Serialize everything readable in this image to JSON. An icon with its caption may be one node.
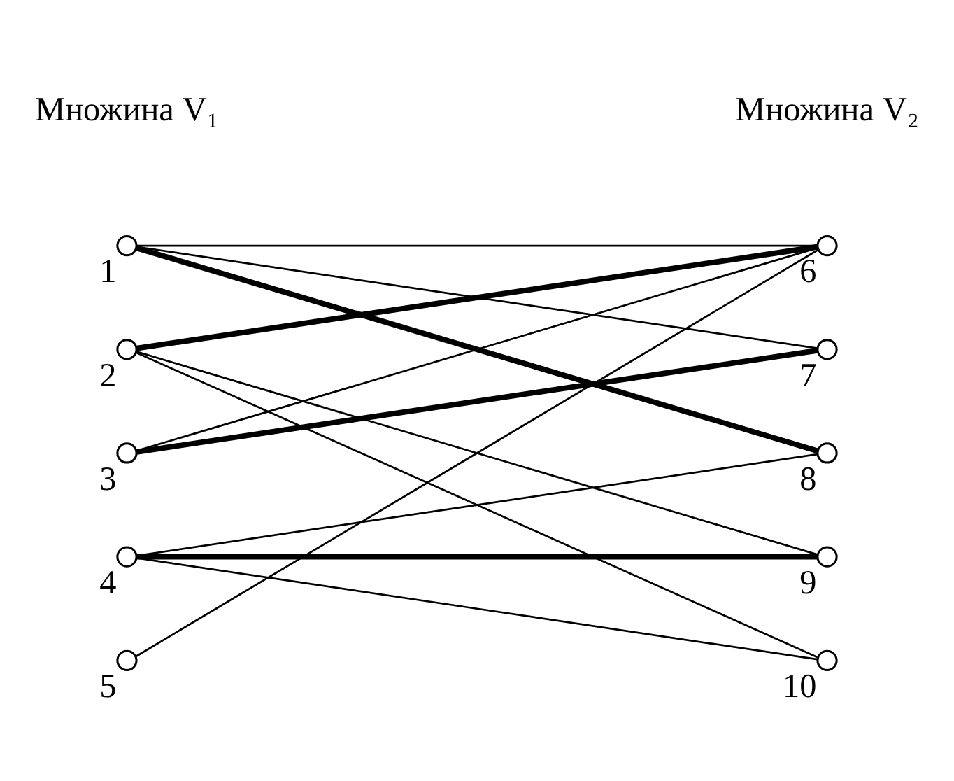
{
  "diagram": {
    "nodes": [
      {
        "text": [],
        "shape": "circle",
        "beside": [
          "1"
        ]
      },
      {
        "text": [],
        "shape": "circle",
        "beside": [
          "2"
        ]
      },
      {
        "text": [],
        "shape": "circle",
        "beside": [
          "3"
        ]
      },
      {
        "text": [],
        "shape": "circle",
        "beside": [
          "4"
        ]
      },
      {
        "text": [],
        "shape": "circle",
        "beside": [
          "5"
        ]
      },
      {
        "text": [],
        "shape": "circle",
        "beside": [
          "6"
        ]
      },
      {
        "text": [],
        "shape": "circle",
        "beside": [
          "7"
        ]
      },
      {
        "text": [],
        "shape": "circle",
        "beside": [
          "8"
        ]
      },
      {
        "text": [],
        "shape": "circle",
        "beside": [
          "9"
        ]
      },
      {
        "text": [],
        "shape": "circle",
        "beside": [
          "10"
        ]
      }
    ],
    "edges": [
      {
        "from": 0,
        "to": 5,
        "arrow": "none"
      },
      {
        "from": 0,
        "to": 6,
        "arrow": "none"
      },
      {
        "from": 0,
        "to": 7,
        "arrow": "none",
        "style": "thick"
      },
      {
        "from": 1,
        "to": 5,
        "arrow": "none",
        "style": "thick"
      },
      {
        "from": 1,
        "to": 8,
        "arrow": "none"
      },
      {
        "from": 1,
        "to": 9,
        "arrow": "none"
      },
      {
        "from": 2,
        "to": 5,
        "arrow": "none"
      },
      {
        "from": 2,
        "to": 6,
        "arrow": "none",
        "style": "thick"
      },
      {
        "from": 3,
        "to": 7,
        "arrow": "none"
      },
      {
        "from": 3,
        "to": 8,
        "arrow": "none",
        "style": "thick"
      },
      {
        "from": 3,
        "to": 9,
        "arrow": "none"
      },
      {
        "from": 4,
        "to": 5,
        "arrow": "none"
      }
    ],
    "labels": [
      "Множина V₁",
      "Множина V₂"
    ]
  }
}
